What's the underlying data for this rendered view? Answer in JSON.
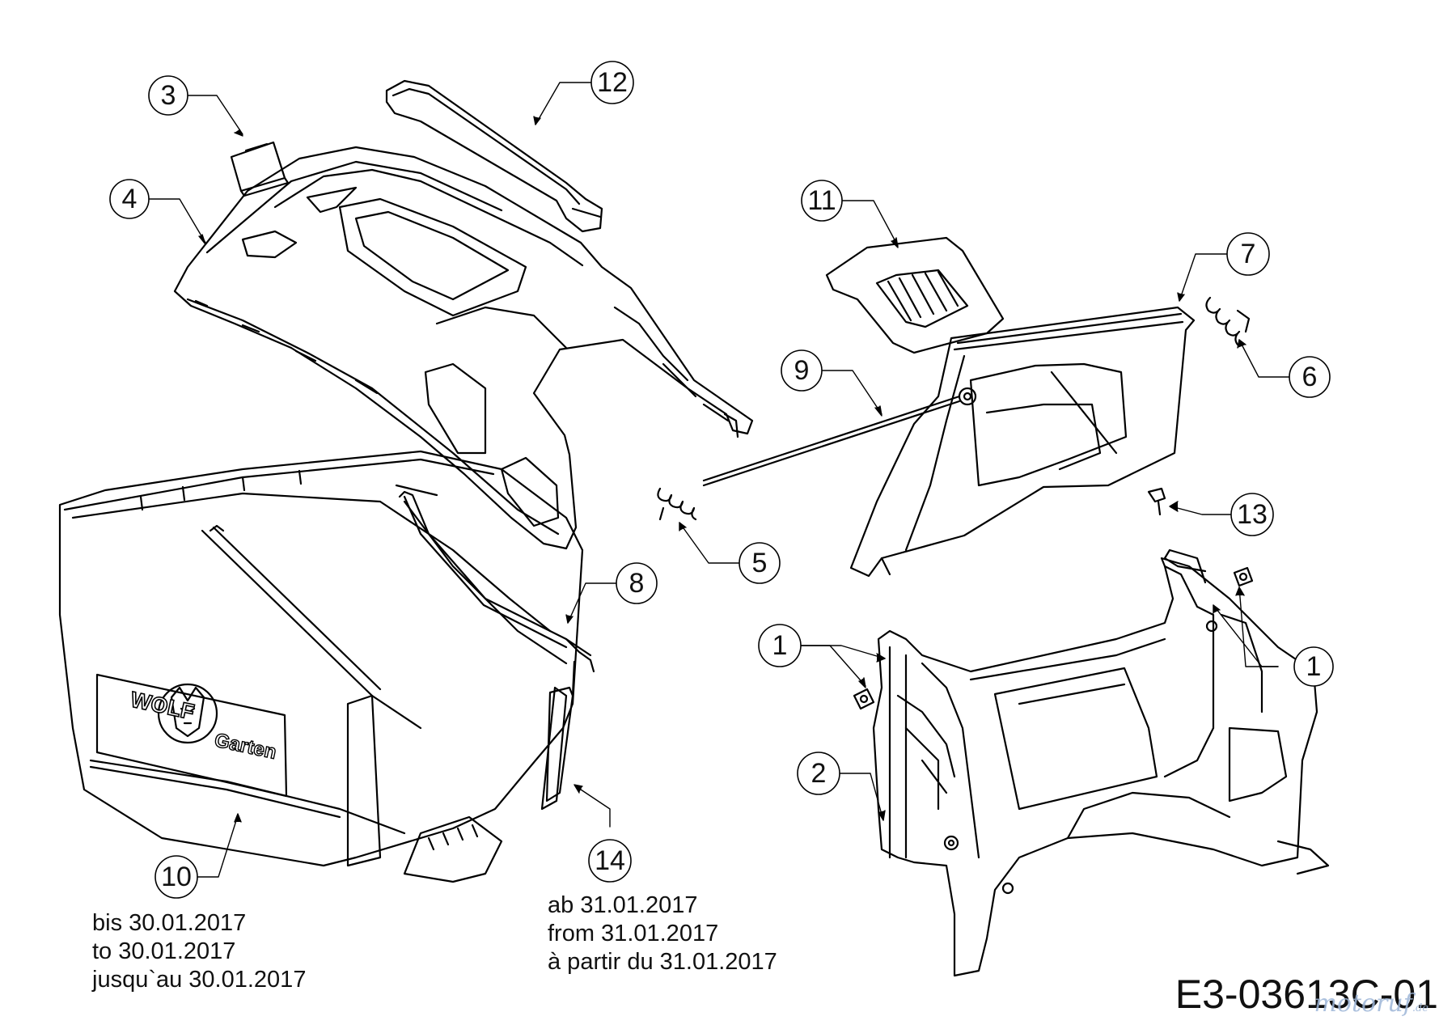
{
  "callouts": [
    {
      "number": "3"
    },
    {
      "number": "4"
    },
    {
      "number": "12"
    },
    {
      "number": "11"
    },
    {
      "number": "7"
    },
    {
      "number": "6"
    },
    {
      "number": "9"
    },
    {
      "number": "13"
    },
    {
      "number": "5"
    },
    {
      "number": "8"
    },
    {
      "number": "1"
    },
    {
      "number": "1"
    },
    {
      "number": "2"
    },
    {
      "number": "10"
    },
    {
      "number": "14"
    }
  ],
  "brand": {
    "line1": "WOLF",
    "line2": "Garten"
  },
  "notes": {
    "before": [
      "bis 30.01.2017",
      "to 30.01.2017",
      "jusqu`au 30.01.2017"
    ],
    "after": [
      "ab 31.01.2017",
      "from 31.01.2017",
      "à partir du 31.01.2017"
    ]
  },
  "drawing_code": "E3-03613C-01",
  "watermark": {
    "main": "motoruf",
    "suffix": ".de"
  }
}
